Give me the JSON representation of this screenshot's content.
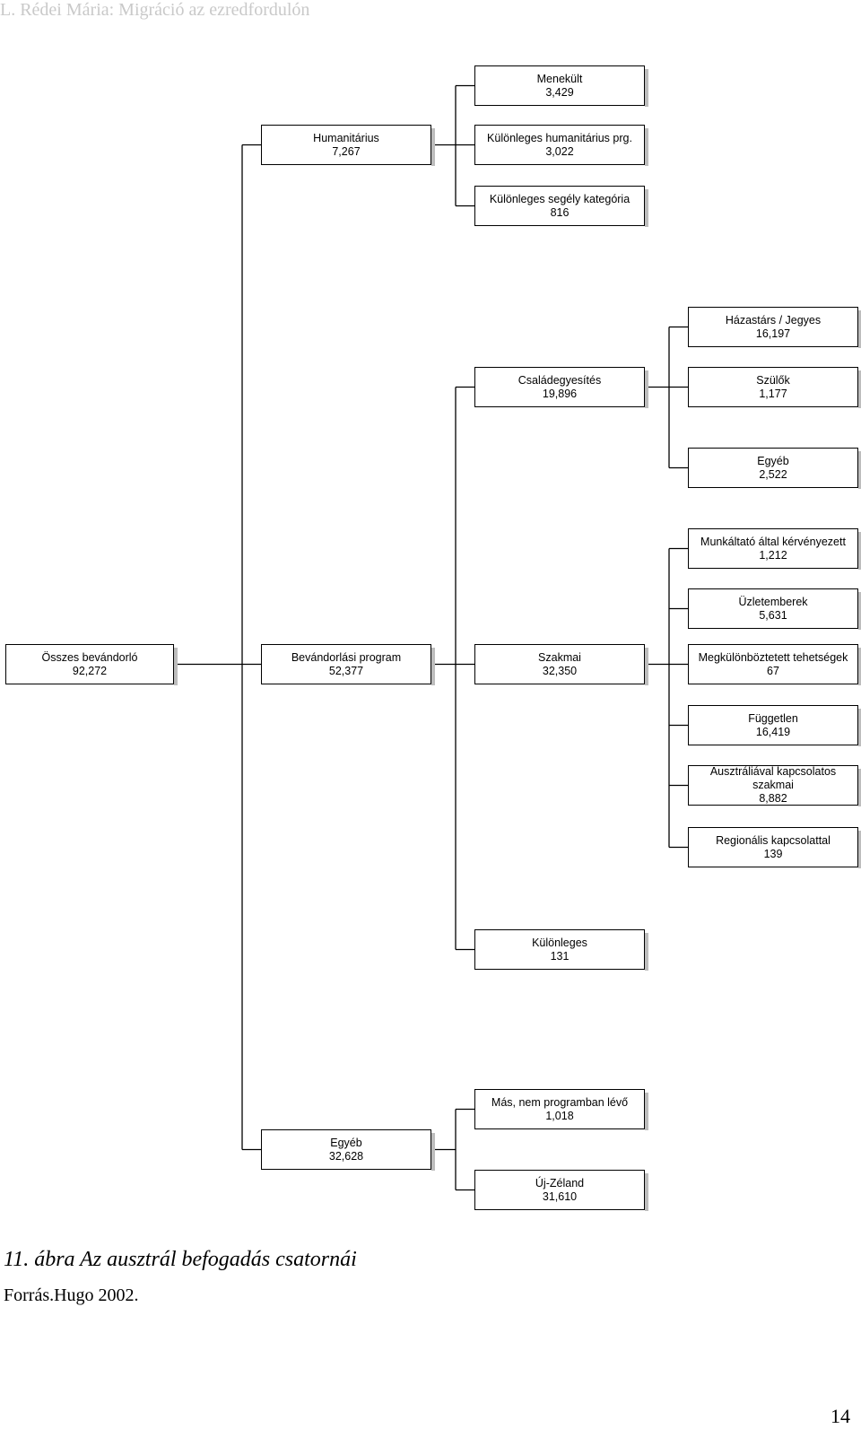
{
  "header": {
    "running_head": "L. Rédei Mária: Migráció az ezredfordulón"
  },
  "diagram": {
    "nodes": [
      {
        "id": "total",
        "label": "Összes bevándorló",
        "value": "92,272"
      },
      {
        "id": "migration_program",
        "label": "Bevándorlási program",
        "value": "52,377"
      },
      {
        "id": "humanitarian",
        "label": "Humanitárius",
        "value": "7,267"
      },
      {
        "id": "other",
        "label": "Egyéb",
        "value": "32,628"
      },
      {
        "id": "refugee",
        "label": "Menekült",
        "value": "3,429"
      },
      {
        "id": "special_humanitarian",
        "label": "Különleges humanitárius prg.",
        "value": "3,022"
      },
      {
        "id": "special_assistance",
        "label": "Különleges segély kategória",
        "value": "816"
      },
      {
        "id": "family",
        "label": "Családegyesítés",
        "value": "19,896"
      },
      {
        "id": "skilled",
        "label": "Szakmai",
        "value": "32,350"
      },
      {
        "id": "special",
        "label": "Különleges",
        "value": "131"
      },
      {
        "id": "spouse",
        "label": "Házastárs / Jegyes",
        "value": "16,197"
      },
      {
        "id": "parents",
        "label": "Szülők",
        "value": "1,177"
      },
      {
        "id": "family_other",
        "label": "Egyéb",
        "value": "2,522"
      },
      {
        "id": "employer",
        "label": "Munkáltató által kérvényezett",
        "value": "1,212"
      },
      {
        "id": "business",
        "label": "Üzletemberek",
        "value": "5,631"
      },
      {
        "id": "talent",
        "label": "Megkülönböztetett tehetségek",
        "value": "67"
      },
      {
        "id": "independent",
        "label": "Független",
        "value": "16,419"
      },
      {
        "id": "aus_linked",
        "label": "Ausztráliával kapcsolatos szakmai",
        "value": "8,882"
      },
      {
        "id": "regional",
        "label": "Regionális kapcsolattal",
        "value": "139"
      },
      {
        "id": "non_program",
        "label": "Más, nem programban lévő",
        "value": "1,018"
      },
      {
        "id": "new_zealand",
        "label": "Új-Zéland",
        "value": "31,610"
      }
    ],
    "edges": [
      [
        "total",
        "migration_program"
      ],
      [
        "total",
        "humanitarian"
      ],
      [
        "total",
        "other"
      ],
      [
        "humanitarian",
        "refugee"
      ],
      [
        "humanitarian",
        "special_humanitarian"
      ],
      [
        "humanitarian",
        "special_assistance"
      ],
      [
        "migration_program",
        "family"
      ],
      [
        "migration_program",
        "skilled"
      ],
      [
        "migration_program",
        "special"
      ],
      [
        "family",
        "spouse"
      ],
      [
        "family",
        "parents"
      ],
      [
        "family",
        "family_other"
      ],
      [
        "skilled",
        "employer"
      ],
      [
        "skilled",
        "business"
      ],
      [
        "skilled",
        "talent"
      ],
      [
        "skilled",
        "independent"
      ],
      [
        "skilled",
        "aus_linked"
      ],
      [
        "skilled",
        "regional"
      ],
      [
        "other",
        "non_program"
      ],
      [
        "other",
        "new_zealand"
      ]
    ]
  },
  "caption": "11. ábra Az ausztrál befogadás csatornái",
  "source": "Forrás.Hugo 2002.",
  "page_number": "14"
}
